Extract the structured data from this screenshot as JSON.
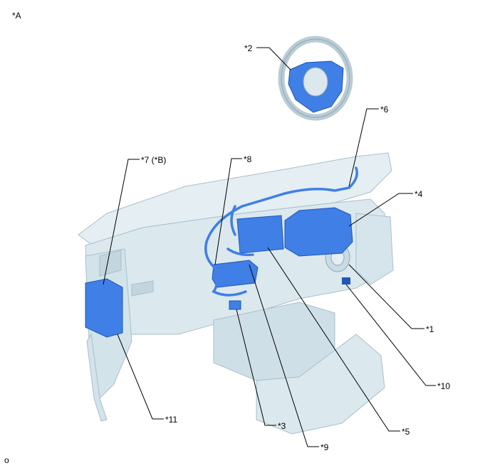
{
  "header": {
    "view_label": "*A"
  },
  "footer": {
    "mark": "o"
  },
  "callouts": {
    "c1": "*1",
    "c2": "*2",
    "c3": "*3",
    "c4": "*4",
    "c5": "*5",
    "c6": "*6",
    "c7": "*7 (*B)",
    "c8": "*8",
    "c9": "*9",
    "c10": "*10",
    "c11": "*11"
  },
  "colors": {
    "component": "#3f7fe6",
    "component_dark": "#1f56b8",
    "dashboard": "#dbe8ee",
    "dashboard_shade": "#c3d6df",
    "outline": "#a9bfcb",
    "leader": "#000000"
  }
}
